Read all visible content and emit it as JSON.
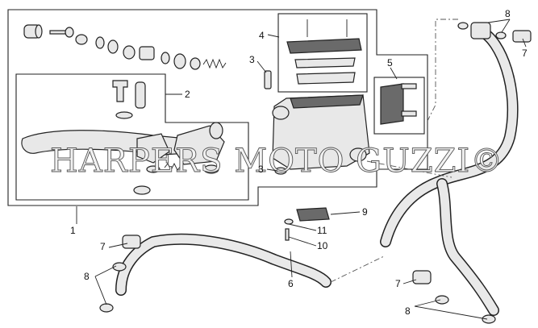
{
  "watermark": "HARPERS MOTO GUZZI©",
  "callouts": [
    {
      "id": "c1",
      "label": "1"
    },
    {
      "id": "c2",
      "label": "2"
    },
    {
      "id": "c3a",
      "label": "3"
    },
    {
      "id": "c3b",
      "label": "3"
    },
    {
      "id": "c4",
      "label": "4"
    },
    {
      "id": "c5",
      "label": "5"
    },
    {
      "id": "c6",
      "label": "6"
    },
    {
      "id": "c7a",
      "label": "7"
    },
    {
      "id": "c7b",
      "label": "7"
    },
    {
      "id": "c7c",
      "label": "7"
    },
    {
      "id": "c8a",
      "label": "8"
    },
    {
      "id": "c8b",
      "label": "8"
    },
    {
      "id": "c8c",
      "label": "8"
    },
    {
      "id": "c9",
      "label": "9"
    },
    {
      "id": "c10",
      "label": "10"
    },
    {
      "id": "c11",
      "label": "11"
    }
  ],
  "colors": {
    "ink": "#222222",
    "part_fill": "#e8e8e8",
    "dark_fill": "#6a6a6a",
    "background": "#ffffff"
  }
}
